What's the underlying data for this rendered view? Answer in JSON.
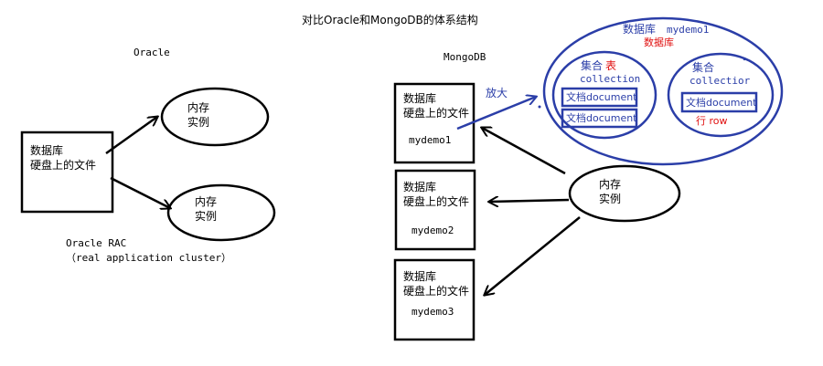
{
  "title": "对比Oracle和MongoDB的体系结构",
  "oracle": {
    "heading": "Oracle",
    "box": {
      "line1": "数据库",
      "line2": "硬盘上的文件"
    },
    "instances": [
      {
        "line1": "内存",
        "line2": "实例"
      },
      {
        "line1": "内存",
        "line2": "实例"
      }
    ],
    "rac_line1": "Oracle RAC",
    "rac_line2": "（real application cluster）"
  },
  "mongodb": {
    "heading": "MongoDB",
    "databases": [
      {
        "line1": "数据库",
        "line2": "硬盘上的文件",
        "name": "mydemo1"
      },
      {
        "line1": "数据库",
        "line2": "硬盘上的文件",
        "name": "mydemo2"
      },
      {
        "line1": "数据库",
        "line2": "硬盘上的文件",
        "name": "mydemo3"
      }
    ],
    "instance": {
      "line1": "内存",
      "line2": "实例"
    },
    "zoom_label": "放大",
    "zoom": {
      "db_label": "数据库",
      "db_name": "mydemo1",
      "db_term": "数据库",
      "collections": [
        {
          "term": "集合",
          "term_cn_red": "表",
          "word": "collection",
          "documents": [
            "文档document",
            "文档document"
          ]
        },
        {
          "term": "集合",
          "word": "collectior",
          "documents": [
            "文档document"
          ],
          "row_label": "行 row"
        }
      ]
    }
  },
  "colors": {
    "black": "#000000",
    "blue": "#2b3ea8",
    "red": "#e01010"
  }
}
